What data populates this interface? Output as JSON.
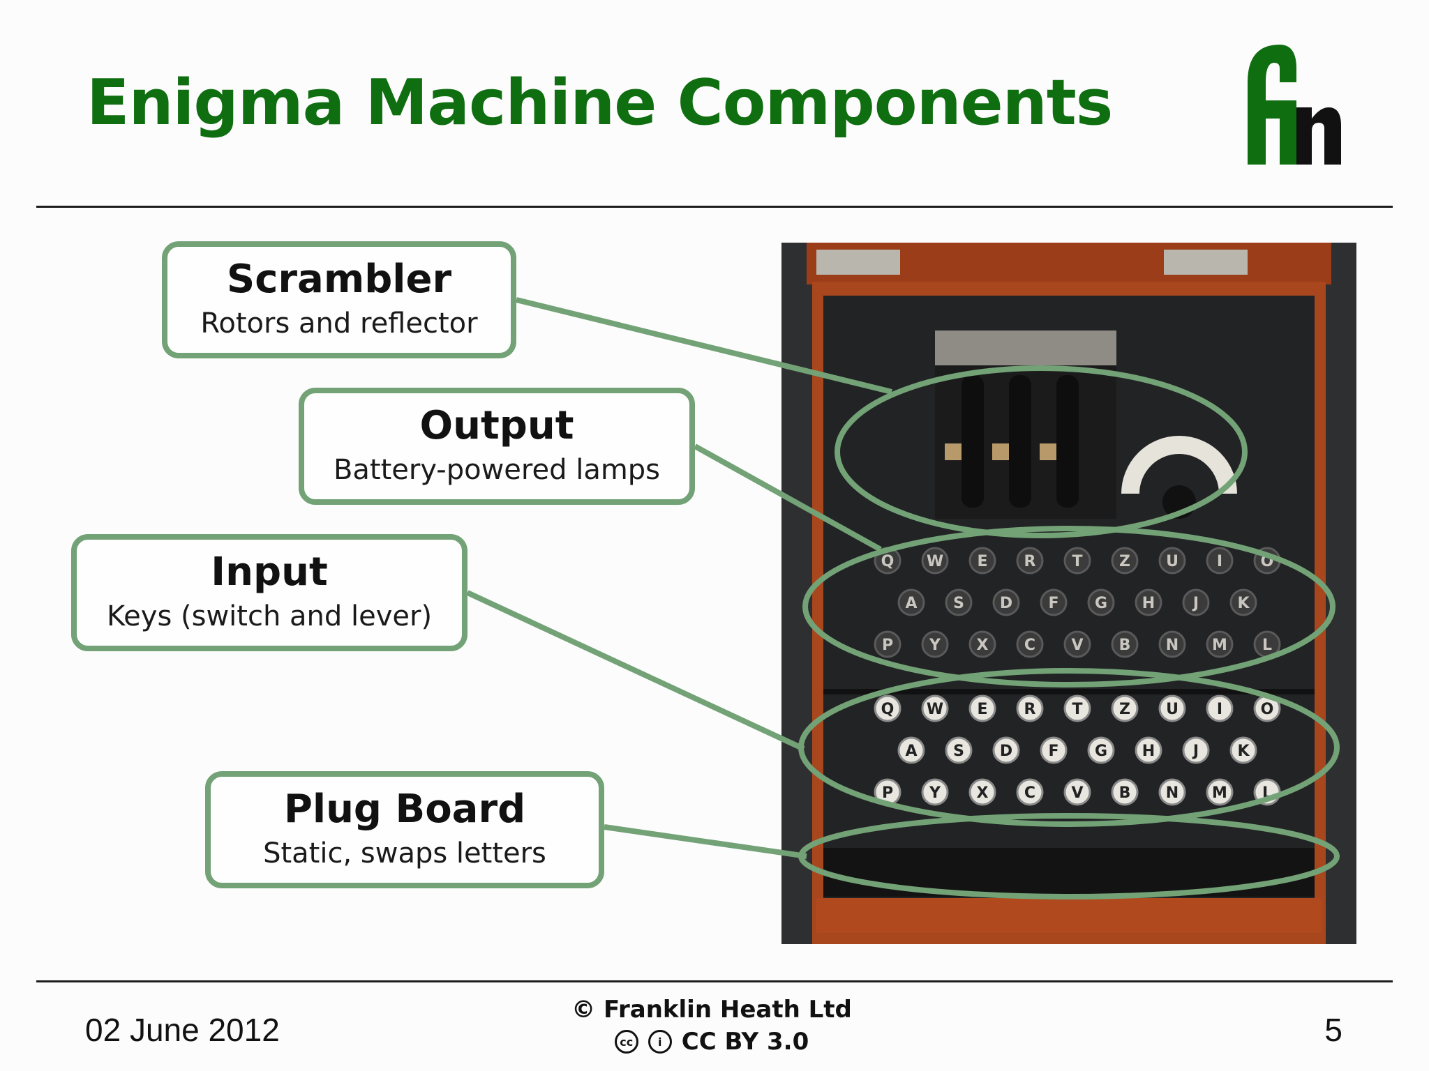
{
  "slide": {
    "title": "Enigma Machine Components",
    "callouts": [
      {
        "heading": "Scrambler",
        "description": "Rotors and reflector"
      },
      {
        "heading": "Output",
        "description": "Battery-powered lamps"
      },
      {
        "heading": "Input",
        "description": "Keys (switch and lever)"
      },
      {
        "heading": "Plug Board",
        "description": "Static, swaps letters"
      }
    ],
    "keyboard_rows": [
      [
        "Q",
        "W",
        "E",
        "R",
        "T",
        "Z",
        "U",
        "I",
        "O"
      ],
      [
        "A",
        "S",
        "D",
        "F",
        "G",
        "H",
        "J",
        "K"
      ],
      [
        "P",
        "Y",
        "X",
        "C",
        "V",
        "B",
        "N",
        "M",
        "L"
      ]
    ],
    "logo_icon": "franklin-heath-logo-icon"
  },
  "footer": {
    "date": "02 June 2012",
    "copyright": "© Franklin Heath Ltd",
    "license": "CC BY 3.0",
    "page_number": "5"
  },
  "colors": {
    "title": "#0f6e10",
    "callout_border": "#72a276",
    "logo_green": "#0f6e10",
    "logo_black": "#111111"
  }
}
